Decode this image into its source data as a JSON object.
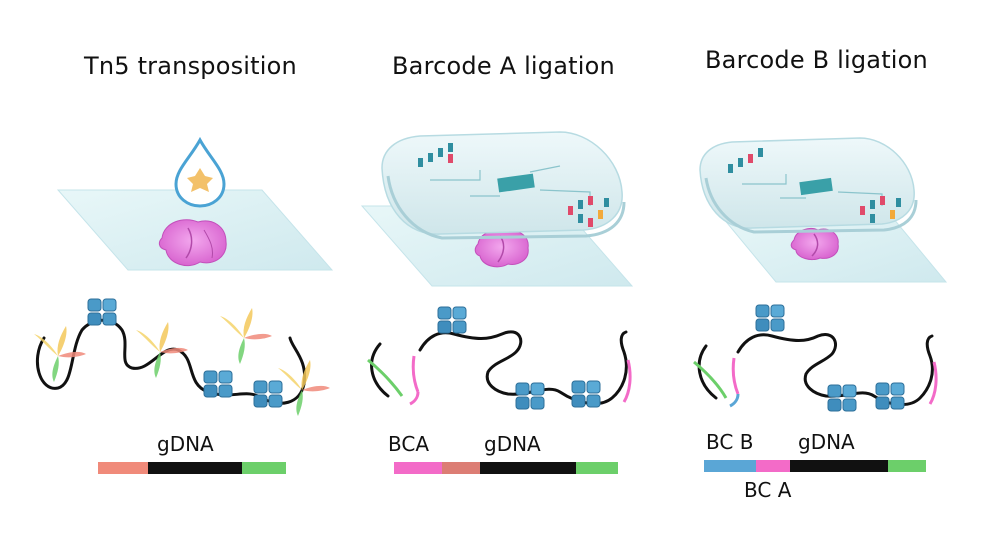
{
  "panels": [
    {
      "title": "Tn5 transposition",
      "labels": {
        "gdna": "gDNA"
      }
    },
    {
      "title": "Barcode A ligation",
      "labels": {
        "bc": "BCA",
        "gdna": "gDNA"
      }
    },
    {
      "title": "Barcode B ligation",
      "labels": {
        "bc_b": "BC B",
        "bc_a": "BC A",
        "gdna": "gDNA"
      }
    }
  ],
  "colors": {
    "adapter_salmon": "#f08a7a",
    "adapter_green": "#6ccf6a",
    "gdna_black": "#111111",
    "barcode_a_pink": "#f36bc8",
    "barcode_b_blue": "#5aa6d6",
    "tn5_blue": "#4a9ac8",
    "tissue_magenta": "#e07ad8",
    "slide_fill": "#d9eff2"
  },
  "icons": [
    "droplet-icon",
    "tissue-section-icon",
    "microfluidic-chip-icon",
    "tn5-enzyme-icon"
  ]
}
